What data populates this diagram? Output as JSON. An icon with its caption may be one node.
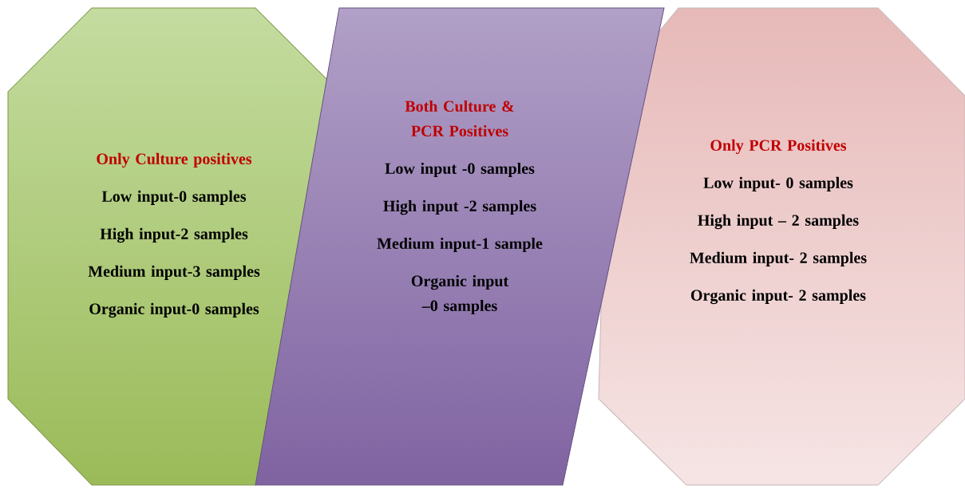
{
  "diagram": {
    "nodes": [
      {
        "text": [
          "Only Culture positives",
          "Low input-0 samples",
          "High input-2 samples",
          "Medium input-3 samples",
          "Organic input-0 samples"
        ]
      },
      {
        "text": [
          "Both Culture & PCR Positives",
          "Low input -0 samples",
          "High input -2 samples",
          "Medium input-1 sample",
          "Organic input –0 samples"
        ]
      },
      {
        "text": [
          "Only PCR Positives",
          "Low input- 0 samples",
          "High input – 2 samples",
          "Medium input- 2 samples",
          "Organic input- 2 samples"
        ]
      }
    ]
  }
}
